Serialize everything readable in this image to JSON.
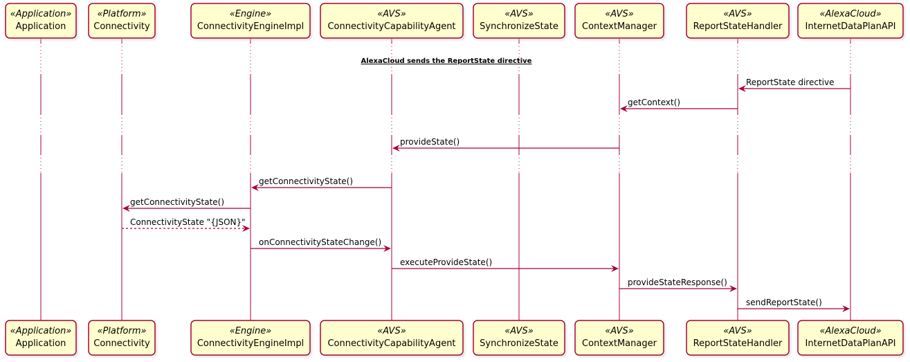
{
  "diagram": {
    "participants": [
      {
        "id": "application",
        "stereotype": "«Application»",
        "name": "Application"
      },
      {
        "id": "connectivity",
        "stereotype": "«Platform»",
        "name": "Connectivity"
      },
      {
        "id": "connectivity-engine-impl",
        "stereotype": "«Engine»",
        "name": "ConnectivityEngineImpl"
      },
      {
        "id": "connectivity-capability-agent",
        "stereotype": "«AVS»",
        "name": "ConnectivityCapabilityAgent"
      },
      {
        "id": "synchronize-state",
        "stereotype": "«AVS»",
        "name": "SynchronizeState"
      },
      {
        "id": "context-manager",
        "stereotype": "«AVS»",
        "name": "ContextManager"
      },
      {
        "id": "report-state-handler",
        "stereotype": "«AVS»",
        "name": "ReportStateHandler"
      },
      {
        "id": "internet-data-plan-api",
        "stereotype": "«AlexaCloud»",
        "name": "InternetDataPlanAPI"
      }
    ],
    "divider": "AlexaCloud sends the ReportState directive",
    "messages": [
      {
        "from": "internet-data-plan-api",
        "to": "report-state-handler",
        "label": "ReportState directive",
        "style": "solid"
      },
      {
        "from": "report-state-handler",
        "to": "context-manager",
        "label": "getContext()",
        "style": "solid"
      },
      {
        "from": "context-manager",
        "to": "connectivity-capability-agent",
        "label": "provideState()",
        "style": "solid"
      },
      {
        "from": "connectivity-capability-agent",
        "to": "connectivity-engine-impl",
        "label": "getConnectivityState()",
        "style": "solid"
      },
      {
        "from": "connectivity-engine-impl",
        "to": "connectivity",
        "label": "getConnectivityState()",
        "style": "solid"
      },
      {
        "from": "connectivity",
        "to": "connectivity-engine-impl",
        "label": "ConnectivityState \"{JSON}\"",
        "style": "dashed"
      },
      {
        "from": "connectivity-engine-impl",
        "to": "connectivity-capability-agent",
        "label": "onConnectivityStateChange()",
        "style": "solid"
      },
      {
        "from": "connectivity-capability-agent",
        "to": "context-manager",
        "label": "executeProvideState()",
        "style": "solid"
      },
      {
        "from": "context-manager",
        "to": "report-state-handler",
        "label": "provideStateResponse()",
        "style": "solid"
      },
      {
        "from": "report-state-handler",
        "to": "internet-data-plan-api",
        "label": "sendReportState()",
        "style": "solid"
      }
    ],
    "colors": {
      "line": "#A80036",
      "box_fill": "#FEFECE"
    }
  }
}
